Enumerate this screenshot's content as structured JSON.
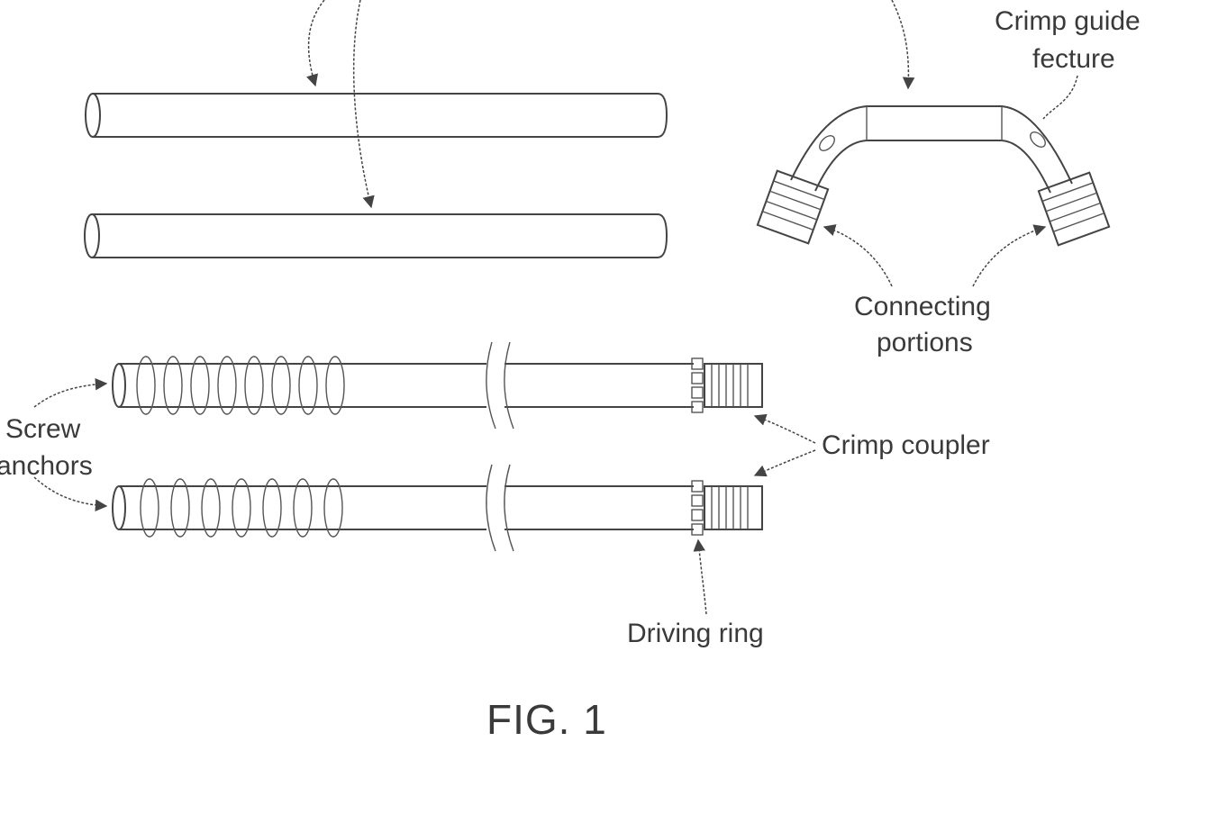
{
  "labels": {
    "crimp_guide": [
      "Crimp guide",
      "fecture"
    ],
    "connecting": [
      "Connecting",
      "portions"
    ],
    "screw": [
      "Screw",
      "anchors"
    ],
    "crimp_coupler": "Crimp coupler",
    "driving_ring": "Driving ring"
  },
  "figure": {
    "caption": "FIG. 1"
  },
  "colors": {
    "line": "#444444",
    "text": "#3a3a3a",
    "background": "#ffffff"
  }
}
